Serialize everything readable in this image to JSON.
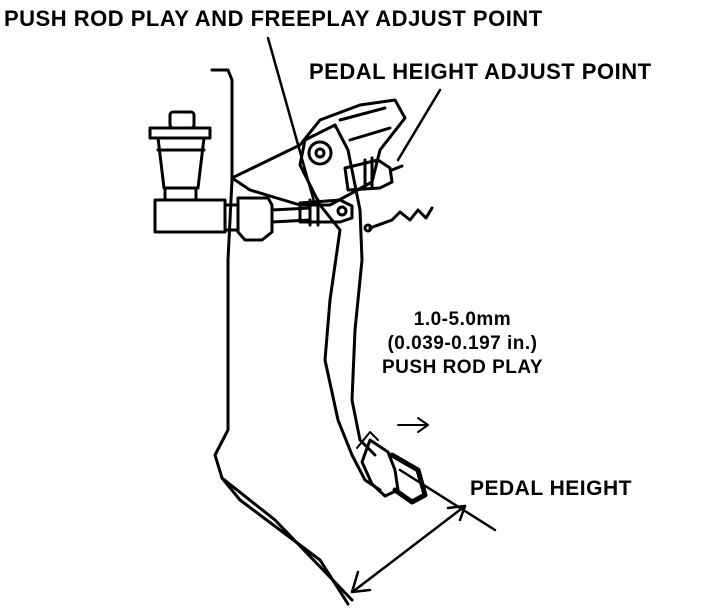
{
  "labels": {
    "push_rod_adjust": "PUSH ROD PLAY AND FREEPLAY ADJUST POINT",
    "pedal_height_adjust": "PEDAL HEIGHT ADJUST POINT",
    "spec_range_mm": "1.0-5.0mm",
    "spec_range_in": "(0.039-0.197 in.)",
    "spec_title": "PUSH ROD PLAY",
    "pedal_height": "PEDAL HEIGHT"
  },
  "colors": {
    "ink": "#000000",
    "paper": "#ffffff"
  }
}
